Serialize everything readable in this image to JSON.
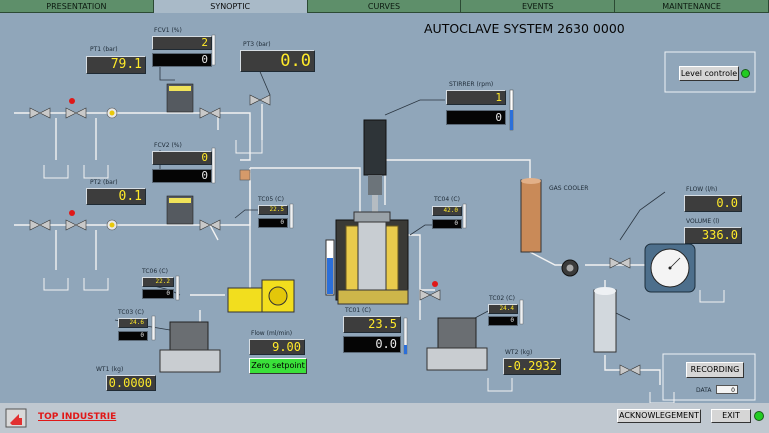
{
  "tabs": [
    "PRESENTATION",
    "SYNOPTIC",
    "CURVES",
    "EVENTS",
    "MAINTENANCE"
  ],
  "title": "AUTOCLAVE SYSTEM 2630 0000",
  "fcv1": {
    "label": "FCV1 (%)",
    "value": "2",
    "setpoint": "0"
  },
  "pt1": {
    "label": "PT1 (bar)",
    "value": "79.1"
  },
  "pt3": {
    "label": "PT3 (bar)",
    "value": "0.0"
  },
  "fcv2": {
    "label": "FCV2 (%)",
    "value": "0",
    "setpoint": "0"
  },
  "pt2": {
    "label": "PT2 (bar)",
    "value": "0.1"
  },
  "stirrer": {
    "label": "STIRRER (rpm)",
    "value": "1",
    "setpoint": "0"
  },
  "tc05": {
    "label": "TC05 (C)",
    "value": "22.5",
    "setpoint": "0"
  },
  "tc04": {
    "label": "TC04 (C)",
    "value": "42.0",
    "setpoint": "0"
  },
  "tc06": {
    "label": "TC06 (C)",
    "value": "22.2",
    "setpoint": "0"
  },
  "tc03": {
    "label": "TC03 (C)",
    "value": "24.6",
    "setpoint": "0"
  },
  "tc01": {
    "label": "TC01 (C)",
    "value": "23.5",
    "setpoint": "0.0"
  },
  "tc02": {
    "label": "TC02 (C)",
    "value": "24.4",
    "setpoint": "0"
  },
  "pump": {
    "label": "Flow (ml/min)",
    "value": "9.00",
    "zero_label": "Zero setpoint"
  },
  "wt1": {
    "label": "WT1 (kg)",
    "value": "0.0000"
  },
  "wt2": {
    "label": "WT2 (kg)",
    "value": "-0.2932"
  },
  "flow": {
    "label": "FLOW (l/h)",
    "value": "0.0"
  },
  "volume": {
    "label": "VOLUME (l)",
    "value": "336.0"
  },
  "gas_cooler": "GAS COOLER",
  "level_control": "Level controle",
  "recording": "RECORDING",
  "data_label": "DATA",
  "data_value": "0",
  "logo": "TOP INDUSTRIE",
  "acknowledgement": "ACKNOWLEGEMENT",
  "exit": "EXIT",
  "colors": {
    "tab_green": "#5e8f6a",
    "setpoint_green": "#3ae03a",
    "value_yellow": "#ffea2a",
    "led_green": "#22cc22"
  }
}
